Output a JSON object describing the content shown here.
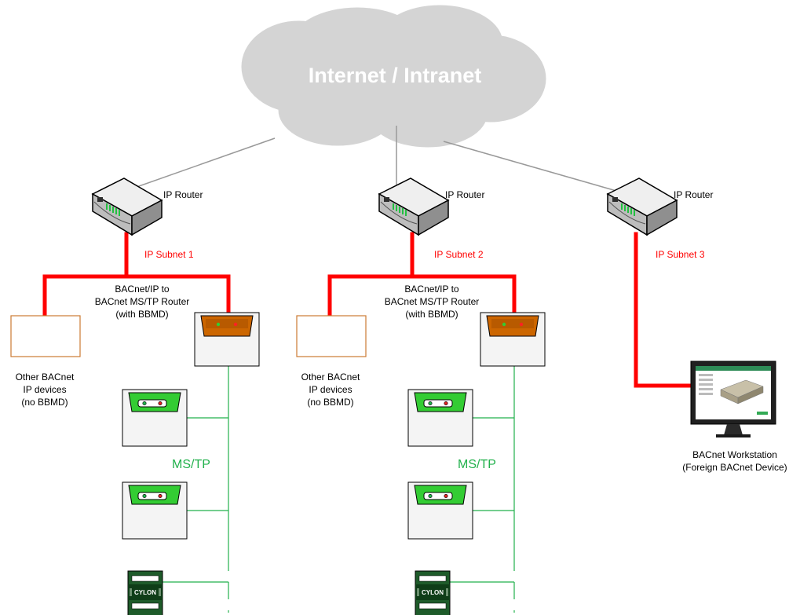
{
  "cloud": {
    "label": "Internet / Intranet"
  },
  "routers": [
    {
      "label": "IP Router",
      "subnet": "IP Subnet 1"
    },
    {
      "label": "IP Router",
      "subnet": "IP Subnet 2"
    },
    {
      "label": "IP Router",
      "subnet": "IP Subnet 3"
    }
  ],
  "bbmd_router": {
    "line1": "BACnet/IP to",
    "line2": "BACnet MS/TP Router",
    "line3": "(with BBMD)"
  },
  "other_devices": {
    "line1": "Other BACnet",
    "line2": "IP devices",
    "line3": "(no BBMD)"
  },
  "mstp": {
    "label": "MS/TP"
  },
  "controller_brand": "CYLON",
  "workstation": {
    "line1": "BACnet Workstation",
    "line2": "(Foreign BACnet Device)"
  },
  "colors": {
    "ethernet": "#ff0000",
    "mstp_bus": "#22b14c",
    "cloud": "#d4d4d4",
    "bbmd_device": "#cc6600",
    "controller_accent": "#33cc33"
  }
}
